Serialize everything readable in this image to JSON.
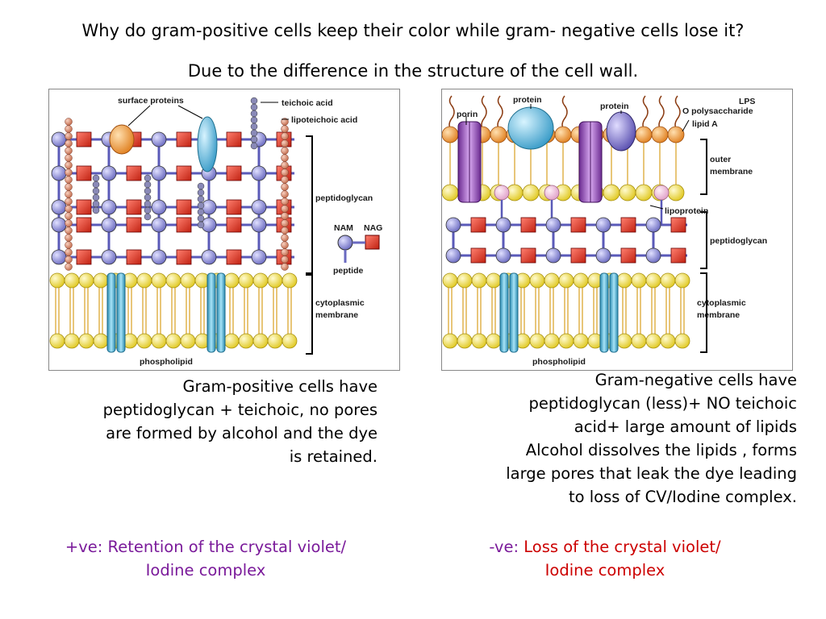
{
  "question": "Why do gram-positive cells keep their color while gram- negative cells lose it?",
  "answer": "Due to the difference in the structure of the cell wall.",
  "gram_positive": {
    "labels": {
      "surface_proteins": "surface proteins",
      "teichoic_acid": "teichoic acid",
      "lipoteichoic_acid": "lipoteichoic acid",
      "peptidoglycan": "peptidoglycan",
      "nam": "NAM",
      "nag": "NAG",
      "peptide": "peptide",
      "cytoplasmic_line1": "cytoplasmic",
      "cytoplasmic_line2": "membrane",
      "phospholipid": "phospholipid"
    },
    "description": [
      "Gram-positive cells have",
      "peptidoglycan + teichoic, no pores",
      "are formed by alcohol and the dye",
      "is retained."
    ],
    "result": {
      "prefix": "+ve:",
      "text_line1": " Retention of the crystal violet/",
      "text_line2": "Iodine complex"
    }
  },
  "gram_negative": {
    "labels": {
      "porin": "porin",
      "protein1": "protein",
      "protein2": "protein",
      "lps": "LPS",
      "o_poly": "O polysaccharide",
      "lipid_a": "lipid A",
      "outer_line1": "outer",
      "outer_line2": "membrane",
      "lipoprotein": "lipoprotein",
      "peptidoglycan": "peptidoglycan",
      "cytoplasmic_line1": "cytoplasmic",
      "cytoplasmic_line2": "membrane",
      "phospholipid": "phospholipid"
    },
    "description": [
      "Gram-negative cells have",
      "peptidoglycan (less)+ NO  teichoic",
      "acid+ large amount of lipids",
      "Alcohol dissolves the lipids , forms",
      "large pores that leak the dye leading",
      "to loss of CV/Iodine complex."
    ],
    "result": {
      "prefix": "-ve:",
      "text_line1": " Loss of the crystal violet/",
      "text_line2": "Iodine complex"
    }
  },
  "colors": {
    "nam": "#8c8cd8",
    "nag": "#e03a2a",
    "lipid_head": "#f2e24a",
    "protein_orange": "#f2a040",
    "protein_blue": "#5ab8d8",
    "protein_purple": "#7a70d0",
    "teichoic": "#d98060",
    "result_positive": "#7a1a9a",
    "result_negative": "#cc0000"
  }
}
